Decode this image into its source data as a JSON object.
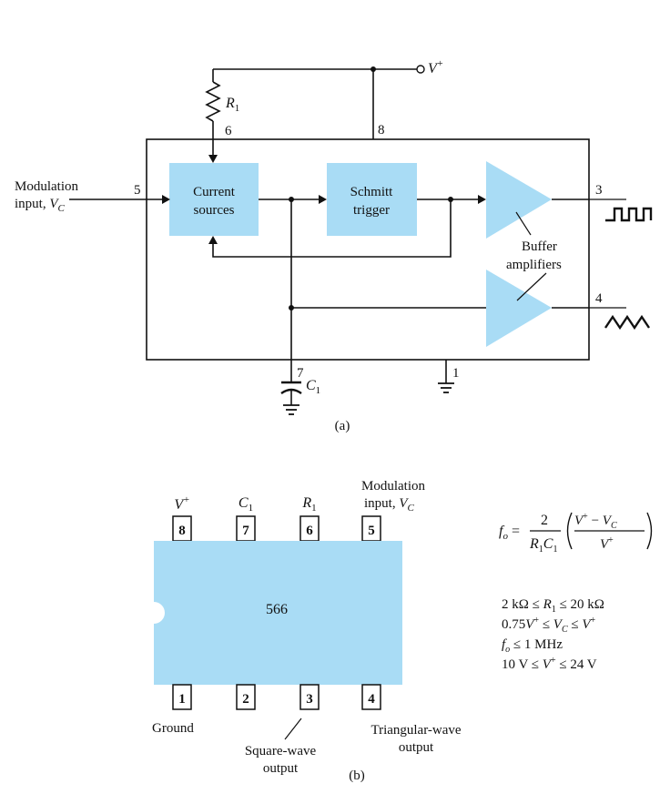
{
  "part_a": {
    "vplus": "V",
    "vplus_sup": "+",
    "r1": "R",
    "r1_sub": "1",
    "pin6": "6",
    "pin8": "8",
    "pin5": "5",
    "pin3": "3",
    "pin4": "4",
    "pin7": "7",
    "pin1": "1",
    "mod_line1": "Modulation",
    "mod_line2": "input, ",
    "mod_v": "V",
    "mod_v_sub": "C",
    "current_1": "Current",
    "current_2": "sources",
    "schmitt_1": "Schmitt",
    "schmitt_2": "trigger",
    "buffer_1": "Buffer",
    "buffer_2": "amplifiers",
    "c1": "C",
    "c1_sub": "1",
    "caption": "(a)"
  },
  "part_b": {
    "top_labels": {
      "vplus": "V",
      "vplus_sup": "+",
      "c1": "C",
      "c1_sub": "1",
      "r1": "R",
      "r1_sub": "1",
      "mod_line1": "Modulation",
      "mod_line2": "input, ",
      "mod_v": "V",
      "mod_v_sub": "C"
    },
    "top_pins": [
      "8",
      "7",
      "6",
      "5"
    ],
    "bottom_pins": [
      "1",
      "2",
      "3",
      "4"
    ],
    "chip_label": "566",
    "ground": "Ground",
    "square_1": "Square-wave",
    "square_2": "output",
    "tri_1": "Triangular-wave",
    "tri_2": "output",
    "caption": "(b)"
  },
  "formula": {
    "lhs": "f",
    "lhs_sub": "o",
    "eq": " = ",
    "num": "2",
    "den_r": "R",
    "den_r_sub": "1",
    "den_c": "C",
    "den_c_sub": "1",
    "paren_num_v": "V",
    "paren_num_sup": "+",
    "paren_minus": " − ",
    "paren_num_vc": "V",
    "paren_num_vc_sub": "C",
    "paren_den_v": "V",
    "paren_den_sup": "+"
  },
  "specs": [
    "2 kΩ ≤ R₁ ≤ 20 kΩ",
    "0.75V⁺ ≤ V_C ≤ V⁺",
    "f_o ≤ 1 MHz",
    "10 V ≤ V⁺ ≤ 24 V"
  ],
  "specs_display": {
    "line1_a": "2 kΩ ≤ ",
    "line1_r": "R",
    "line1_sub": "1",
    "line1_b": " ≤ 20 kΩ",
    "line2_a": "0.75",
    "line2_v": "V",
    "line2_sup": "+",
    "line2_b": " ≤ ",
    "line2_vc": "V",
    "line2_vc_sub": "C",
    "line2_c": " ≤ ",
    "line2_v2": "V",
    "line2_sup2": "+",
    "line3_f": "f",
    "line3_sub": "o",
    "line3_b": " ≤ 1 MHz",
    "line4_a": "10 V ≤ ",
    "line4_v": "V",
    "line4_sup": "+",
    "line4_b": " ≤ 24 V"
  }
}
